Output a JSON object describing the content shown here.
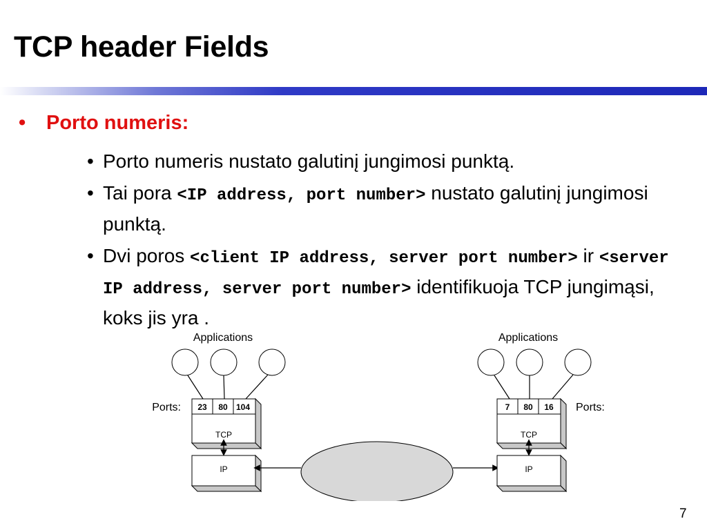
{
  "slide": {
    "title": "TCP header Fields",
    "page_number": "7",
    "accent_color": "#1d28b8",
    "heading_color": "#e01010"
  },
  "bullets": {
    "heading": "Porto numeris:",
    "items": [
      {
        "text": "Porto numeris nustato galutinį jungimosi punktą."
      },
      {
        "pre": "Tai pora ",
        "code": "<IP address, port number>",
        "post": " nustato galutinį jungimosi punktą."
      },
      {
        "pre": "Dvi poros ",
        "code1": "<client IP address, server port number>",
        "mid": " ir ",
        "code2": "<server IP address, server port number>",
        "post": " identifikuoja TCP jungimąsi, koks jis yra ."
      }
    ]
  },
  "diagram": {
    "left": {
      "apps_label": "Applications",
      "ports_label": "Ports:",
      "ports": [
        "23",
        "80",
        "104"
      ],
      "tcp_label": "TCP",
      "ip_label": "IP"
    },
    "right": {
      "apps_label": "Applications",
      "ports_label": "Ports:",
      "ports": [
        "7",
        "80",
        "16"
      ],
      "tcp_label": "TCP",
      "ip_label": "IP"
    }
  }
}
